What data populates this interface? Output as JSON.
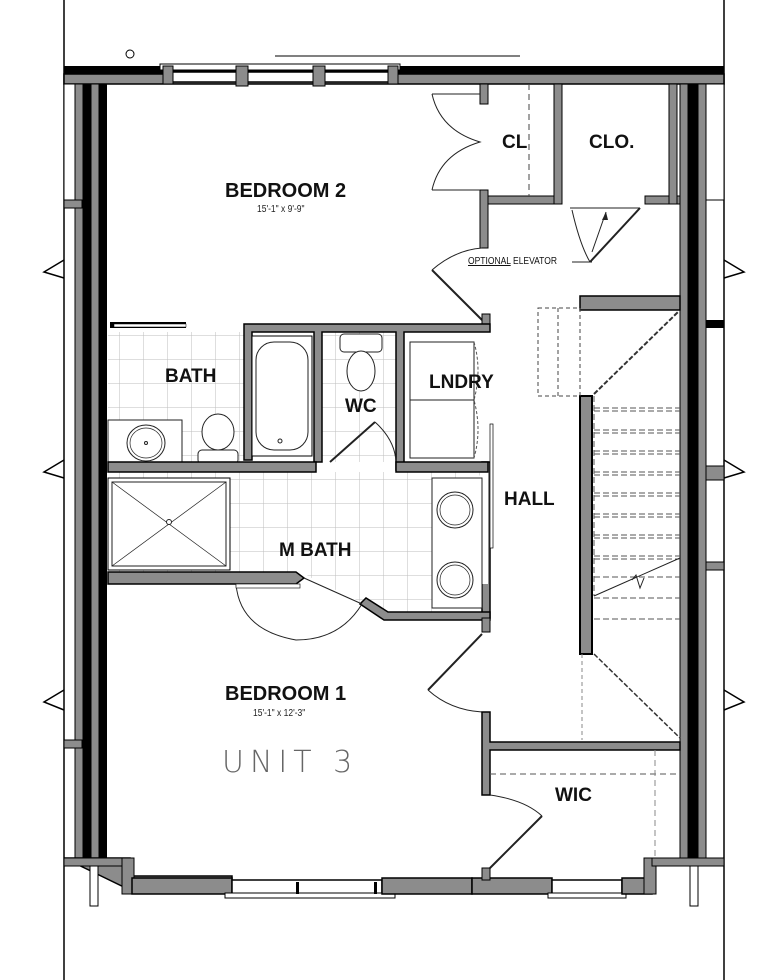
{
  "plan": {
    "unit_label": "UNIT 3",
    "colors": {
      "wall_fill": "#8c8c8c",
      "wall_stroke": "#000000",
      "line": "#222222",
      "tile": "#bdbdbd",
      "background": "#ffffff"
    },
    "rooms": [
      {
        "id": "bedroom-2",
        "name": "BEDROOM 2",
        "dimensions": "15'-1\" x 9'-9\""
      },
      {
        "id": "bedroom-1",
        "name": "BEDROOM 1",
        "dimensions": "15'-1\" x 12'-3\""
      },
      {
        "id": "cl",
        "name": "CL"
      },
      {
        "id": "clo",
        "name": "CLO."
      },
      {
        "id": "bath",
        "name": "BATH"
      },
      {
        "id": "wc",
        "name": "WC"
      },
      {
        "id": "lndry",
        "name": "LNDRY"
      },
      {
        "id": "hall",
        "name": "HALL"
      },
      {
        "id": "m-bath",
        "name": "M BATH"
      },
      {
        "id": "wic",
        "name": "WIC"
      }
    ],
    "annotations": {
      "elevator_underlined": "OPTIONAL",
      "elevator_rest": " ELEVATOR"
    }
  }
}
